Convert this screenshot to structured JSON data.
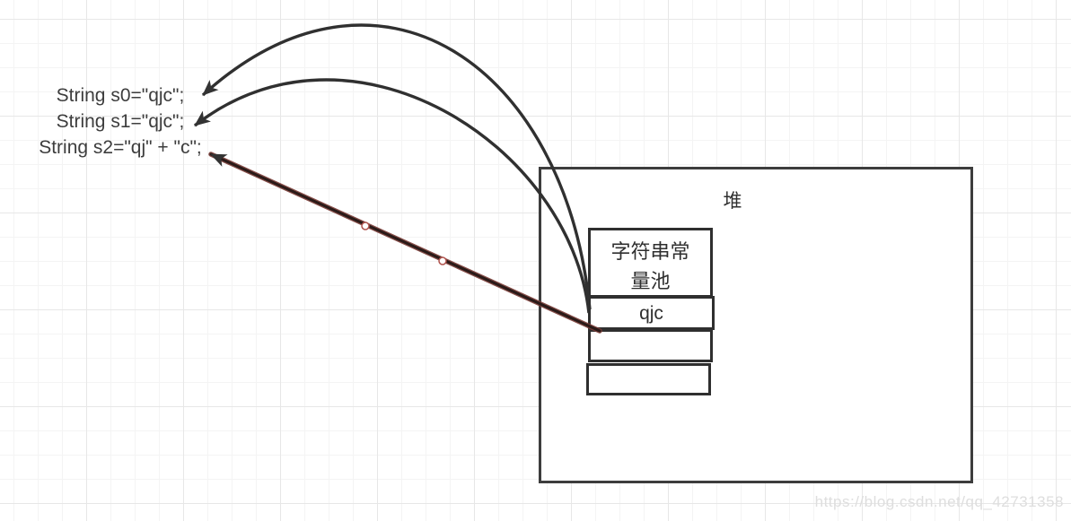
{
  "code_block": {
    "lines": [
      "String s0=\"qjc\";",
      "String s1=\"qjc\";",
      "String s2=\"qj\" + \"c\";"
    ]
  },
  "heap": {
    "label": "堆",
    "pool": {
      "title": "字符串常\n量池",
      "cells": [
        {
          "value": "qjc"
        },
        {
          "value": ""
        },
        {
          "value": ""
        }
      ]
    }
  },
  "arrows": [
    {
      "name": "pool-qjc-to-s0",
      "style": "curved",
      "color": "#303030"
    },
    {
      "name": "pool-qjc-to-s1",
      "style": "curved",
      "color": "#303030"
    },
    {
      "name": "pool-qjc-to-s2",
      "style": "straight-with-waypoints",
      "color": "#5b2a26"
    }
  ],
  "watermark": "https://blog.csdn.net/qq_42731358",
  "colors": {
    "text": "#3d3d3d",
    "box_border": "#3d3d3d",
    "cell_border": "#2f2f2f",
    "arrow_black": "#303030",
    "arrow_red_edge": "#7a3b36",
    "arrow_red_core": "#2a1a18",
    "waypoint_ring": "#b0524c",
    "grid_minor": "#f4f4f4",
    "grid_major": "#e7e7e7",
    "watermark": "#dedede"
  }
}
